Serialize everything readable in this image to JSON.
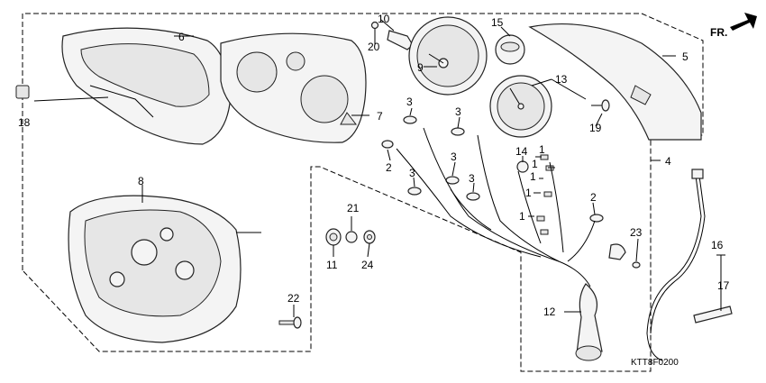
{
  "diagram": {
    "drawing_code": "KTT8F0200",
    "direction_label": "FR.",
    "callouts": {
      "c1a": "1",
      "c1b": "1",
      "c1c": "1",
      "c1d": "1",
      "c1e": "1",
      "c2a": "2",
      "c2b": "2",
      "c3a": "3",
      "c3b": "3",
      "c3c": "3",
      "c3d": "3",
      "c3e": "3",
      "c4": "4",
      "c5": "5",
      "c6": "6",
      "c7": "7",
      "c8": "8",
      "c9": "9",
      "c10": "10",
      "c11": "11",
      "c12": "12",
      "c13": "13",
      "c14": "14",
      "c15": "15",
      "c16": "16",
      "c17": "17",
      "c18": "18",
      "c19": "19",
      "c20": "20",
      "c21": "21",
      "c22": "22",
      "c23": "23",
      "c24": "24"
    }
  }
}
